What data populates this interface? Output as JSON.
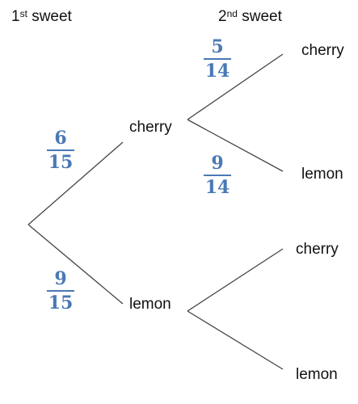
{
  "headers": {
    "first": {
      "number": "1",
      "suffix": "st",
      "word": "sweet"
    },
    "second": {
      "number": "2",
      "suffix": "nd",
      "word": "sweet"
    }
  },
  "nodes": {
    "first_cherry": "cherry",
    "first_lemon": "lemon",
    "cherry_cherry": "cherry",
    "cherry_lemon": "lemon",
    "lemon_cherry": "cherry",
    "lemon_lemon": "lemon"
  },
  "probabilities": {
    "first_cherry": {
      "numerator": "6",
      "denominator": "15"
    },
    "first_lemon": {
      "numerator": "9",
      "denominator": "15"
    },
    "cherry_cherry": {
      "numerator": "5",
      "denominator": "14"
    },
    "cherry_lemon": {
      "numerator": "9",
      "denominator": "14"
    }
  },
  "colors": {
    "fraction": "#4a78b5",
    "line": "#444444",
    "text": "#111111"
  }
}
